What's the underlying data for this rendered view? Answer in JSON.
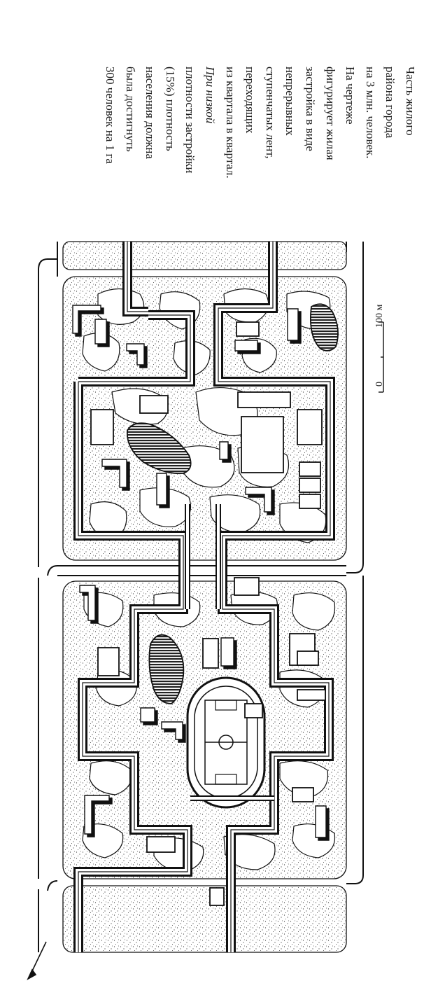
{
  "caption": {
    "lines": [
      {
        "text": "Часть жилого",
        "italic": false
      },
      {
        "text": "района города",
        "italic": false
      },
      {
        "text": "на 3 млн. человек.",
        "italic": false
      },
      {
        "text": "На чертеже",
        "italic": false
      },
      {
        "text": "фигурирует жилая",
        "italic": false
      },
      {
        "text": "застройка в виде",
        "italic": false
      },
      {
        "text": "непрерывных",
        "italic": false
      },
      {
        "text": "ступенчатых лент,",
        "italic": false
      },
      {
        "text": "переходящих",
        "italic": false
      },
      {
        "text": "из квартала в квартал.",
        "italic": false
      },
      {
        "text": "При низкой",
        "italic": true
      },
      {
        "text": "плотности застройки",
        "italic": false
      },
      {
        "text": "(15%) плотность",
        "italic": false
      },
      {
        "text": "населения должна",
        "italic": false
      },
      {
        "text": "была достигнуть",
        "italic": false
      },
      {
        "text": "300 человек на 1 га",
        "italic": false
      }
    ]
  },
  "scale_bar": {
    "start_label": "0",
    "end_label": "100 м"
  },
  "icons": {
    "north_arrow": "north-arrow-icon"
  },
  "colors": {
    "ink": "#111111",
    "paper": "#ffffff",
    "pond": "#2a2a2a"
  }
}
